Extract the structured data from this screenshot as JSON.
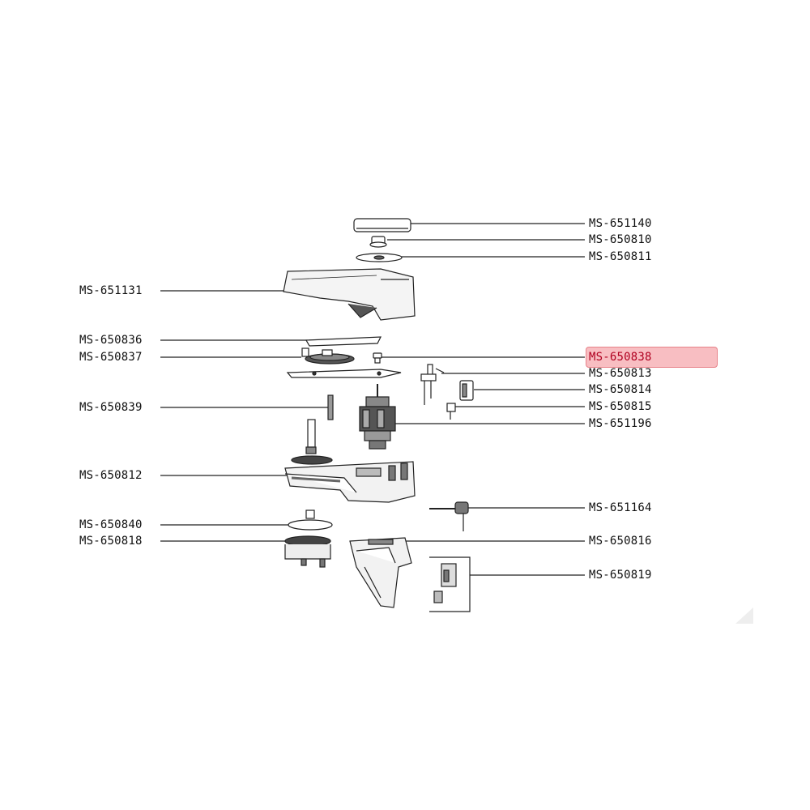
{
  "diagram": {
    "highlight_color": "#f48c94",
    "selected_part": "MS-650838",
    "parts_right": [
      "MS-651140",
      "MS-650810",
      "MS-650811",
      "MS-650838",
      "MS-650813",
      "MS-650814",
      "MS-650815",
      "MS-651196",
      "MS-651164",
      "MS-650816",
      "MS-650819"
    ],
    "parts_left": [
      "MS-651131",
      "MS-650836",
      "MS-650837",
      "MS-650839",
      "MS-650812",
      "MS-650840",
      "MS-650818"
    ]
  }
}
